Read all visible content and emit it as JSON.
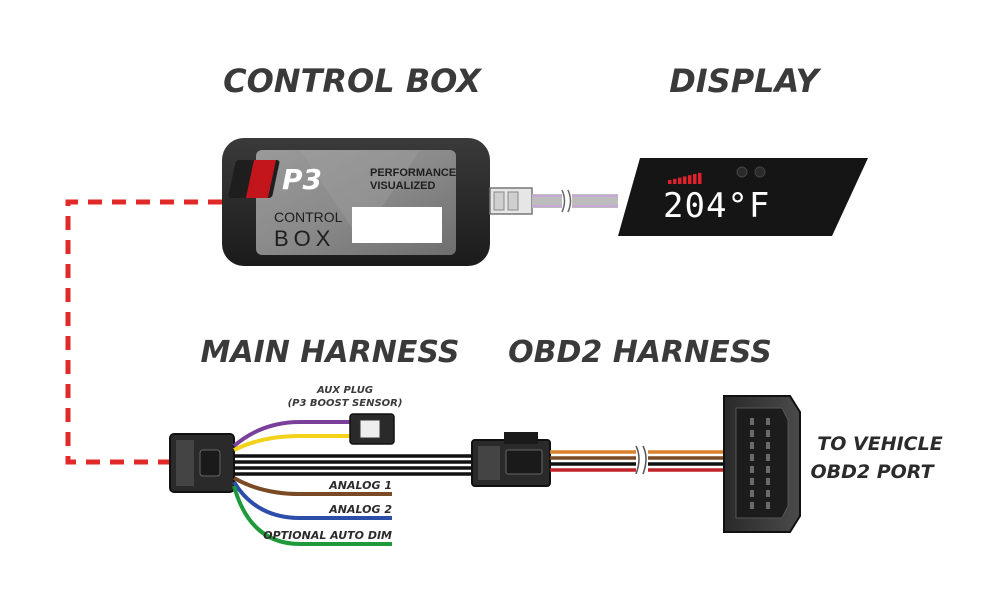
{
  "sections": {
    "control_box": "CONTROL BOX",
    "display": "DISPLAY",
    "main_harness": "MAIN HARNESS",
    "obd2_harness": "OBD2 HARNESS"
  },
  "control_box_device": {
    "brand": "P3",
    "tagline_1": "PERFORMANCE",
    "tagline_2": "VISUALIZED",
    "label_1": "CONTROL",
    "label_2": "BOX"
  },
  "display_device": {
    "reading": "204°F",
    "reading_color": "#ffffff",
    "bar_color": "#e0202a"
  },
  "aux_plug": {
    "line_1": "AUX PLUG",
    "line_2": "(P3 BOOST SENSOR)"
  },
  "wires": {
    "analog_1": "ANALOG 1",
    "analog_2": "ANALOG 2",
    "auto_dim": "OPTIONAL AUTO DIM",
    "colors": {
      "purple": "#7a3f9a",
      "yellow": "#f2d21b",
      "brown": "#7a4a25",
      "blue": "#2c4da8",
      "green": "#1f9a3a",
      "red": "#c02428",
      "orange": "#d9822b"
    }
  },
  "obd_port_label": {
    "line_1": "TO VEHICLE",
    "line_2": "OBD2 PORT"
  },
  "connection_line_color": "#e02a2a"
}
